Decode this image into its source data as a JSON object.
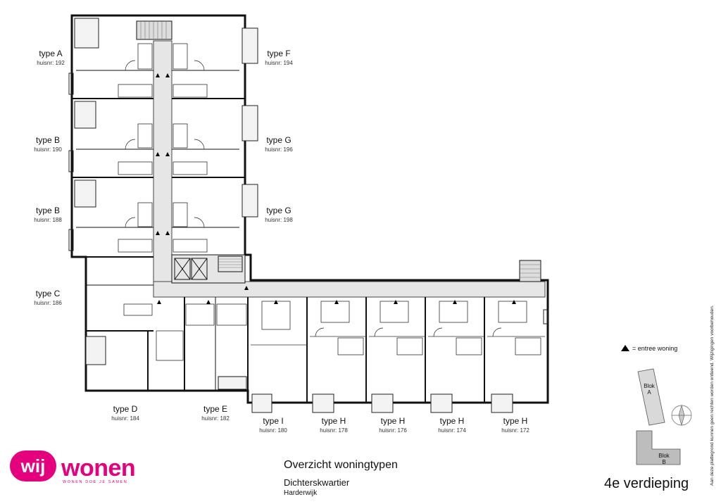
{
  "units": [
    {
      "type": "type A",
      "nr": "huisnr: 192"
    },
    {
      "type": "type F",
      "nr": "huisnr: 194"
    },
    {
      "type": "type B",
      "nr": "huisnr: 190"
    },
    {
      "type": "type G",
      "nr": "huisnr: 196"
    },
    {
      "type": "type B",
      "nr": "huisnr: 188"
    },
    {
      "type": "type G",
      "nr": "huisnr: 198"
    },
    {
      "type": "type C",
      "nr": "huisnr: 186"
    },
    {
      "type": "type D",
      "nr": "huisnr: 184"
    },
    {
      "type": "type E",
      "nr": "huisnr: 182"
    },
    {
      "type": "type I",
      "nr": "huisnr: 180"
    },
    {
      "type": "type H",
      "nr": "huisnr: 178"
    },
    {
      "type": "type H",
      "nr": "huisnr: 176"
    },
    {
      "type": "type H",
      "nr": "huisnr: 174"
    },
    {
      "type": "type H",
      "nr": "huisnr: 172"
    }
  ],
  "legend": {
    "text": "= entree woning"
  },
  "title": "Overzicht woningtypen",
  "subtitle": "Dichterskwartier",
  "place": "Harderwijk",
  "floor": "4e verdieping",
  "logo": {
    "mark": "wij",
    "word": "wonen",
    "tagline": "WONEN DOE JE SAMEN",
    "color": "#e5007e"
  },
  "blocks": {
    "a_line1": "Blok",
    "a_line2": "A",
    "b_line1": "Blok",
    "b_line2": "B"
  },
  "copyright": "Aan deze plattegrond kunnen geen rechten worden ontleend. Wijzigingen voorbehouden."
}
